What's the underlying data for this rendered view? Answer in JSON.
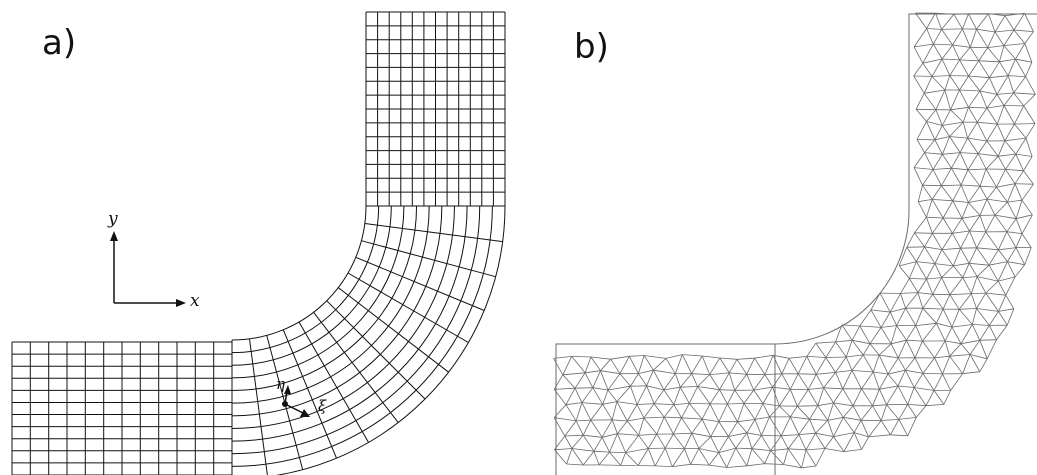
{
  "panels": [
    {
      "id": "a",
      "label": "a)"
    },
    {
      "id": "b",
      "label": "b)"
    }
  ],
  "axes": {
    "x_label": "x",
    "y_label": "y"
  },
  "local_coords": {
    "eta_label": "η",
    "xi_label": "ξ"
  },
  "colors": {
    "mesh_a": "#111111",
    "mesh_b": "#6b6b6b",
    "background": "#ffffff"
  },
  "mesh_a": {
    "type": "structured-quad",
    "horizontal_cells": [
      12,
      11
    ],
    "bend_rings": 11,
    "bend_spokes": 12,
    "vertical_cells": [
      12,
      14
    ]
  },
  "mesh_b": {
    "type": "unstructured-triangle"
  }
}
